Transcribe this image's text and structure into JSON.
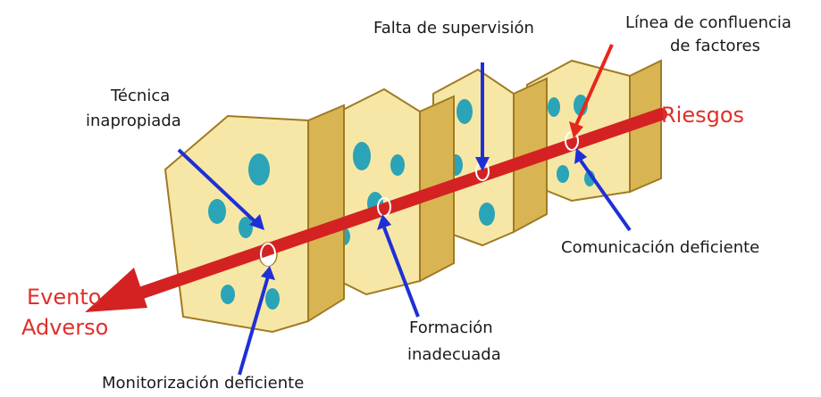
{
  "labels": {
    "falta_supervision": "Falta de supervisión",
    "linea_confluencia_1": "Línea de confluencia",
    "linea_confluencia_2": "de factores",
    "tecnica_1": "Técnica",
    "tecnica_2": "inapropiada",
    "riesgos": "Riesgos",
    "comunicacion": "Comunicación deficiente",
    "evento_1": "Evento",
    "evento_2": "Adverso",
    "formacion_1": "Formación",
    "formacion_2": "inadecuada",
    "monitorizacion": "Monitorización deficiente"
  },
  "colors": {
    "cheese_face": "#f6e7a6",
    "cheese_side": "#d8b552",
    "cheese_edge": "#a07a23",
    "hole": "#2aa4b6",
    "trajectory": "#d42222",
    "pointer_blue": "#1f2fd6",
    "pointer_red": "#e8261c",
    "text_red": "#e0302a"
  }
}
